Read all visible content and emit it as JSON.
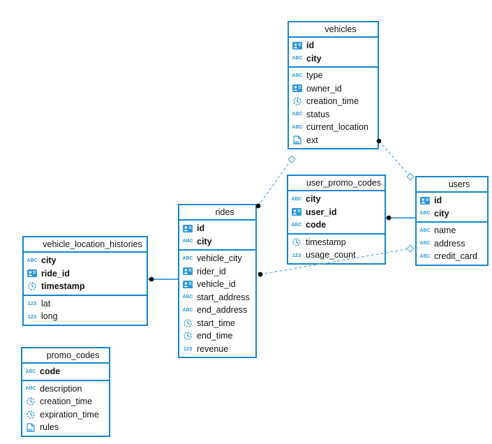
{
  "diagram": {
    "type": "entity-relationship-diagram",
    "background": "#ffffff",
    "colors": {
      "accent": "#1186cb",
      "icon_blue": "#2e97d6",
      "dashed_line": "#7ab9e3",
      "solid_line": "#1186cb",
      "dot": "#111111",
      "text": "#111111"
    },
    "icon_labels": {
      "text": "ABC",
      "number": "123",
      "json": "JSON"
    },
    "entities": [
      {
        "id": "vehicles",
        "title": "vehicles",
        "keys": [
          {
            "name": "id",
            "type": "id"
          },
          {
            "name": "city",
            "type": "text"
          }
        ],
        "fields": [
          {
            "name": "type",
            "type": "text"
          },
          {
            "name": "owner_id",
            "type": "id"
          },
          {
            "name": "creation_time",
            "type": "time"
          },
          {
            "name": "status",
            "type": "text"
          },
          {
            "name": "current_location",
            "type": "text"
          },
          {
            "name": "ext",
            "type": "json"
          }
        ]
      },
      {
        "id": "user_promo_codes",
        "title": "user_promo_codes",
        "keys": [
          {
            "name": "city",
            "type": "text"
          },
          {
            "name": "user_id",
            "type": "id"
          },
          {
            "name": "code",
            "type": "text"
          }
        ],
        "fields": [
          {
            "name": "timestamp",
            "type": "time"
          },
          {
            "name": "usage_count",
            "type": "number"
          }
        ]
      },
      {
        "id": "users",
        "title": "users",
        "keys": [
          {
            "name": "id",
            "type": "id"
          },
          {
            "name": "city",
            "type": "text"
          }
        ],
        "fields": [
          {
            "name": "name",
            "type": "text"
          },
          {
            "name": "address",
            "type": "text"
          },
          {
            "name": "credit_card",
            "type": "text"
          }
        ]
      },
      {
        "id": "rides",
        "title": "rides",
        "keys": [
          {
            "name": "id",
            "type": "id"
          },
          {
            "name": "city",
            "type": "text"
          }
        ],
        "fields": [
          {
            "name": "vehicle_city",
            "type": "text"
          },
          {
            "name": "rider_id",
            "type": "id"
          },
          {
            "name": "vehicle_id",
            "type": "id"
          },
          {
            "name": "start_address",
            "type": "text"
          },
          {
            "name": "end_address",
            "type": "text"
          },
          {
            "name": "start_time",
            "type": "time"
          },
          {
            "name": "end_time",
            "type": "time"
          },
          {
            "name": "revenue",
            "type": "number"
          }
        ]
      },
      {
        "id": "vehicle_location_histories",
        "title": "vehicle_location_histories",
        "keys": [
          {
            "name": "city",
            "type": "text"
          },
          {
            "name": "ride_id",
            "type": "id"
          },
          {
            "name": "timestamp",
            "type": "time"
          }
        ],
        "fields": [
          {
            "name": "lat",
            "type": "number"
          },
          {
            "name": "long",
            "type": "number"
          }
        ]
      },
      {
        "id": "promo_codes",
        "title": "promo_codes",
        "keys": [
          {
            "name": "code",
            "type": "text"
          }
        ],
        "fields": [
          {
            "name": "description",
            "type": "text"
          },
          {
            "name": "creation_time",
            "type": "time"
          },
          {
            "name": "expiration_time",
            "type": "time"
          },
          {
            "name": "rules",
            "type": "json"
          }
        ]
      }
    ],
    "relations": [
      {
        "from": "rides",
        "to": "vehicles",
        "style": "dashed",
        "line": [
          370,
          295,
          418,
          228
        ],
        "dot": [
          370,
          295
        ],
        "diamond": [
          418,
          228
        ]
      },
      {
        "from": "vehicles",
        "to": "users",
        "style": "dashed",
        "line": [
          543,
          202,
          588,
          253
        ],
        "dot": [
          543,
          202
        ],
        "diamond": [
          588,
          253
        ]
      },
      {
        "from": "rides",
        "to": "users",
        "style": "dashed",
        "line": [
          373,
          393,
          588,
          356
        ],
        "dot": [
          373,
          393
        ],
        "diamond": [
          588,
          356
        ]
      },
      {
        "from": "user_promo_codes",
        "to": "users",
        "style": "solid",
        "line": [
          551,
          312,
          595,
          312
        ],
        "dot": [
          557,
          312
        ],
        "diamond": null
      },
      {
        "from": "vehicle_location_histories",
        "to": "rides",
        "style": "solid",
        "line": [
          212,
          400,
          255,
          400
        ],
        "dot": [
          217,
          400
        ],
        "diamond": null
      }
    ]
  }
}
